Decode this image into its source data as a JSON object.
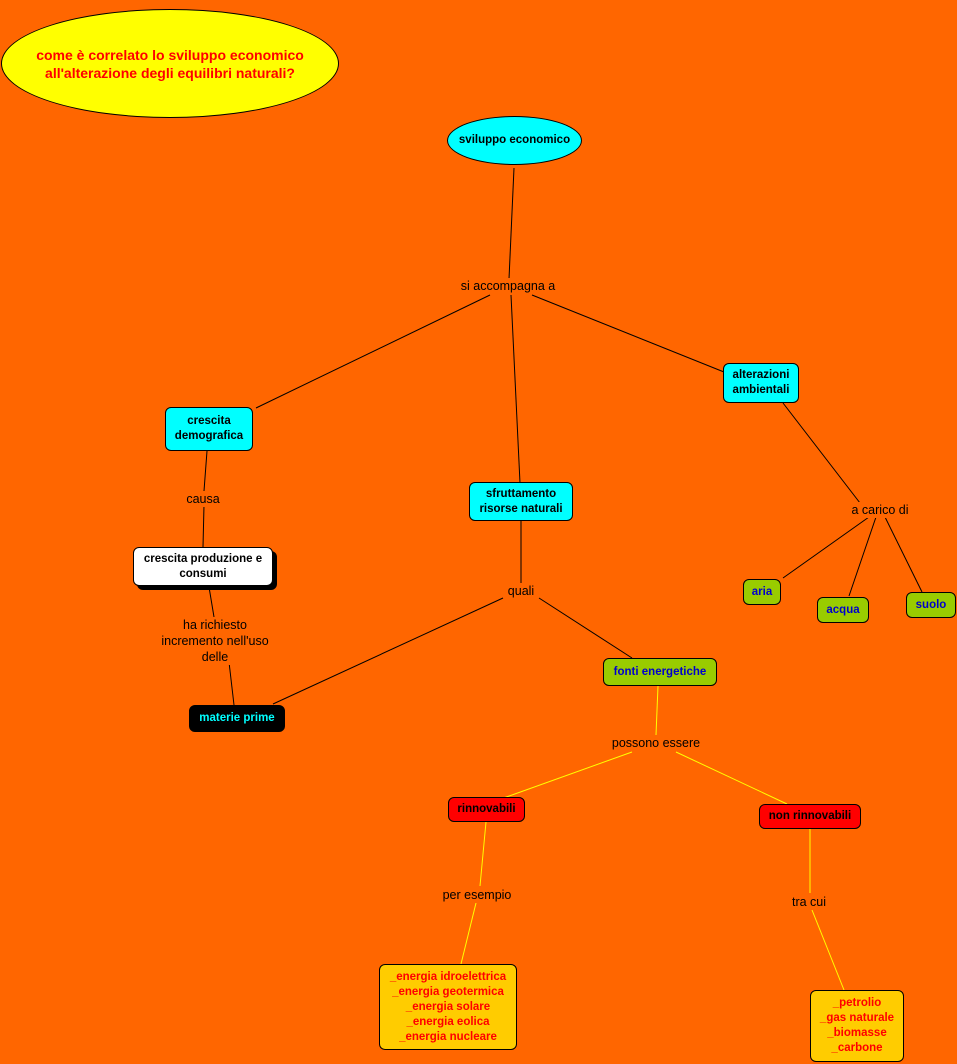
{
  "question": "come è correlato lo sviluppo economico\nall'alterazione degli equilibri naturali?",
  "nodes": {
    "sviluppo": "sviluppo economico",
    "crescita_demo": "crescita\ndemografica",
    "alterazioni": "alterazioni\nambientali",
    "sfruttamento": "sfruttamento\nrisorse naturali",
    "crescita_prod": "crescita produzione e\nconsumi",
    "materie": "materie prime",
    "fonti": "fonti energetiche",
    "aria": "aria",
    "acqua": "acqua",
    "suolo": "suolo",
    "rinnovabili": "rinnovabili",
    "non_rinnovabili": "non rinnovabili",
    "esempi_rinnovabili": "_energia idroelettrica\n_energia geotermica\n_energia solare\n_energia eolica\n_energia nucleare",
    "esempi_non_rinnovabili": "_petrolio\n_gas naturale\n_biomasse\n_carbone"
  },
  "links": {
    "si_accompagna": "si accompagna a",
    "causa": "causa",
    "quali": "quali",
    "a_carico": "a carico di",
    "ha_richiesto": "ha richiesto\nincremento nell'uso\ndelle",
    "possono_essere": "possono essere",
    "per_esempio": "per esempio",
    "tra_cui": "tra cui"
  },
  "colors": {
    "background": "#ff6600",
    "concept_cyan": "#00ffff",
    "concept_green": "#99cc00",
    "concept_red": "#ff0000",
    "concept_gold": "#ffcc00",
    "question_bg": "#ffff00",
    "line_black": "#000000",
    "line_yellow": "#ffff00"
  }
}
